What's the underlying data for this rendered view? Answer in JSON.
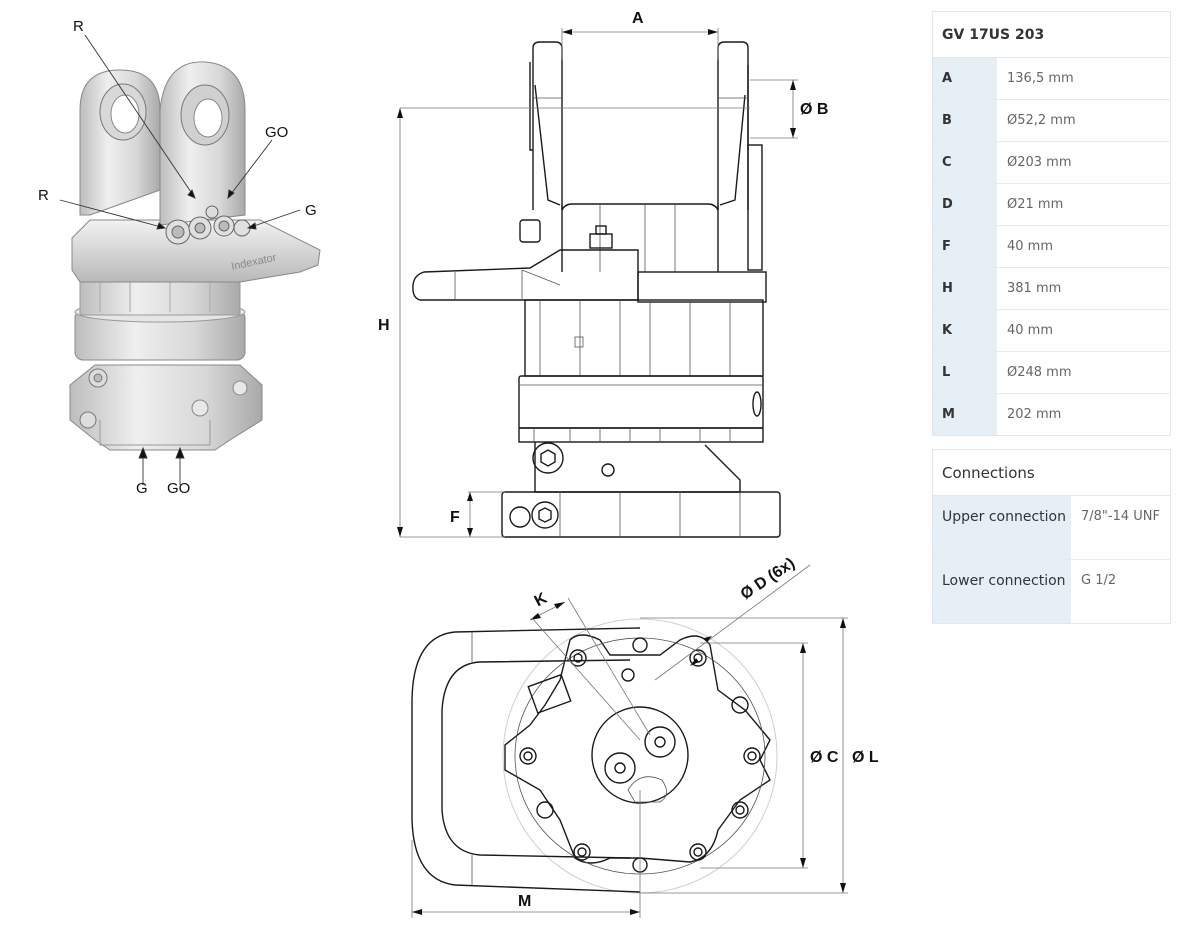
{
  "product": {
    "model": "GV 17US 203"
  },
  "dimensions_table": {
    "title": "GV 17US 203",
    "rows": [
      {
        "key": "A",
        "value": "136,5 mm"
      },
      {
        "key": "B",
        "value": "Ø52,2 mm"
      },
      {
        "key": "C",
        "value": "Ø203 mm"
      },
      {
        "key": "D",
        "value": "Ø21 mm"
      },
      {
        "key": "F",
        "value": "40 mm"
      },
      {
        "key": "H",
        "value": "381 mm"
      },
      {
        "key": "K",
        "value": "40 mm"
      },
      {
        "key": "L",
        "value": "Ø248 mm"
      },
      {
        "key": "M",
        "value": "202 mm"
      }
    ]
  },
  "connections_table": {
    "title": "Connections",
    "rows": [
      {
        "key": "Upper connection",
        "value": "7/8\"-14 UNF"
      },
      {
        "key": "Lower connection",
        "value": "G 1/2"
      }
    ]
  },
  "iso_view": {
    "callouts": {
      "r_top": "R",
      "go_top": "GO",
      "r_side": "R",
      "g_side": "G",
      "g_bottom": "G",
      "go_bottom": "GO"
    },
    "brand_mark": "Indexator"
  },
  "side_view": {
    "labels": {
      "a": "A",
      "b": "Ø B",
      "h": "H",
      "f": "F"
    }
  },
  "bottom_view": {
    "labels": {
      "k": "K",
      "d": "Ø D (6x)",
      "c": "Ø C",
      "l": "Ø L",
      "m": "M"
    }
  },
  "colors": {
    "table_key_bg": "#e6eef6",
    "table_border": "#e1e7ee",
    "drawing_line": "#1a1a1a"
  }
}
